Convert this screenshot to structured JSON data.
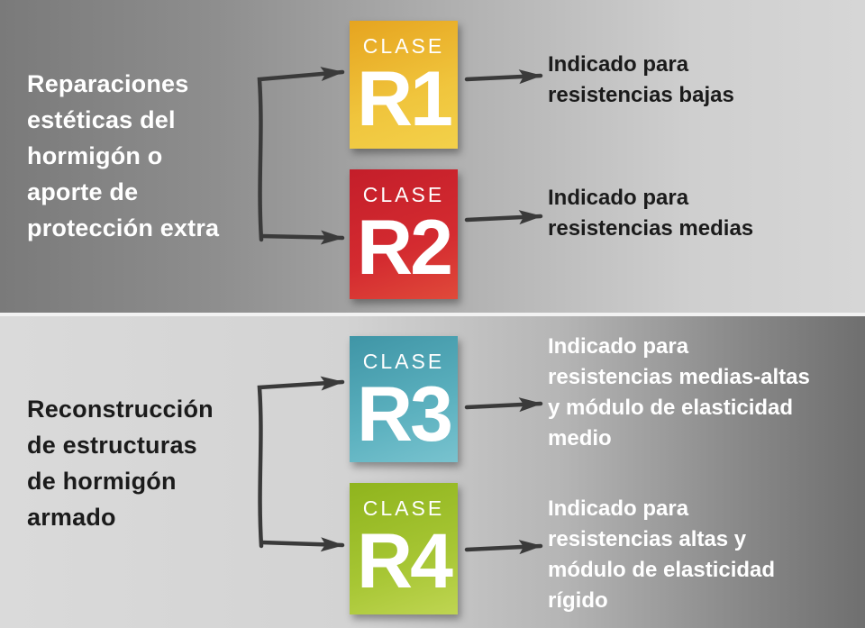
{
  "groups": [
    {
      "label": "Reparaciones\nestéticas del\nhormigón o\naporte de\nprotección extra",
      "classes": [
        {
          "clase": "CLASE",
          "code": "R1",
          "color": "#f0c53d",
          "description": "Indicado para\nresistencias bajas"
        },
        {
          "clase": "CLASE",
          "code": "R2",
          "color": "#d42b30",
          "description": "Indicado para\nresistencias medias"
        }
      ]
    },
    {
      "label": "Reconstrucción\nde estructuras\nde hormigón\narmado",
      "classes": [
        {
          "clase": "CLASE",
          "code": "R3",
          "color": "#5cb1bf",
          "description": "Indicado para\nresistencias medias-altas\ny módulo de elasticidad\nmedio"
        },
        {
          "clase": "CLASE",
          "code": "R4",
          "color": "#a7c634",
          "description": "Indicado para\nresistencias altas y\nmódulo de elasticidad\nrígido"
        }
      ]
    }
  ]
}
